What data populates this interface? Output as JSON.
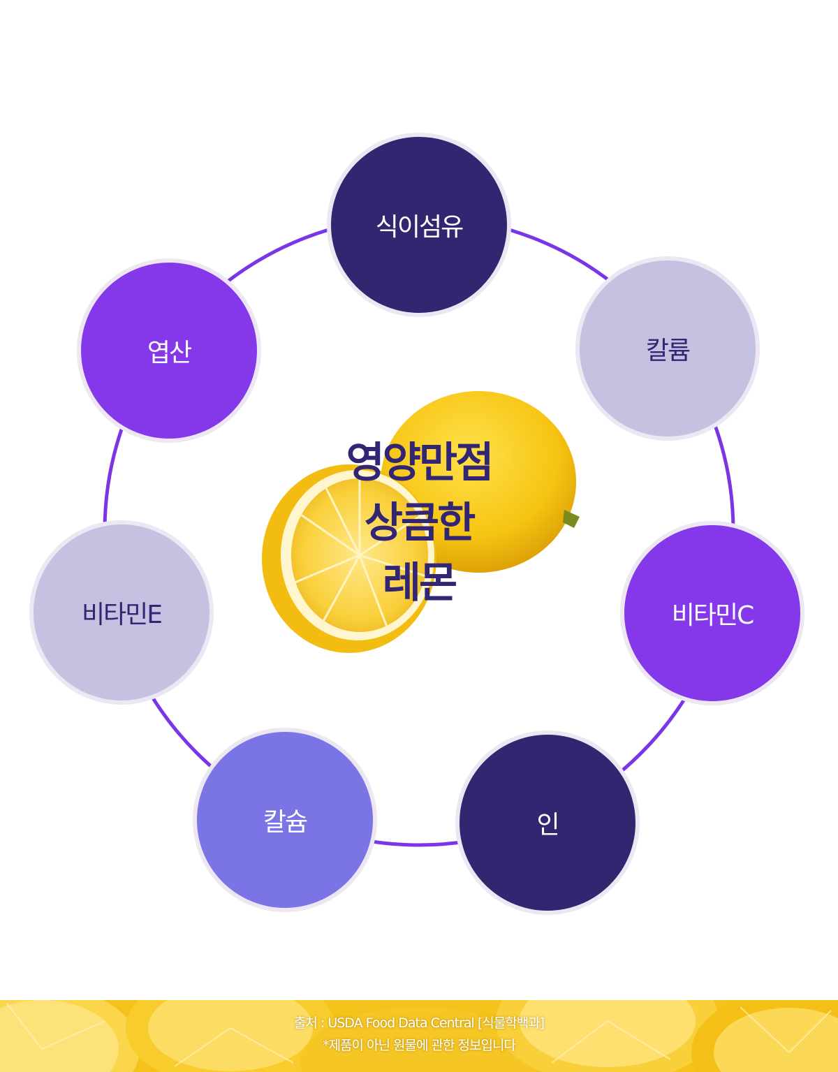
{
  "colors": {
    "ring": "#7b35e6",
    "node_border": "#ede6f3",
    "title": "#322674",
    "dark_navy": "#312670",
    "violet": "#8438ea",
    "lavender": "#c4c1e1",
    "periwinkle": "#7a74e4"
  },
  "center_title": {
    "line1": "영양만점",
    "line2": "상큼한",
    "line3": "레몬"
  },
  "nutrients": [
    {
      "label": "식이섬유",
      "fill": "#312670",
      "text_color": "#ffffff"
    },
    {
      "label": "칼륨",
      "fill": "#c4c1e1",
      "text_color": "#322674"
    },
    {
      "label": "비타민C",
      "fill": "#8438ea",
      "text_color": "#ffffff"
    },
    {
      "label": "인",
      "fill": "#312670",
      "text_color": "#ffffff"
    },
    {
      "label": "칼슘",
      "fill": "#7a74e4",
      "text_color": "#ffffff"
    },
    {
      "label": "비타민E",
      "fill": "#c4c1e1",
      "text_color": "#322674"
    },
    {
      "label": "엽산",
      "fill": "#8438ea",
      "text_color": "#ffffff"
    }
  ],
  "footer": {
    "source": "출처 : USDA Food Data Central [식물학백과]",
    "disclaimer": "*제품이 아닌 원물에 관한 정보입니다"
  }
}
